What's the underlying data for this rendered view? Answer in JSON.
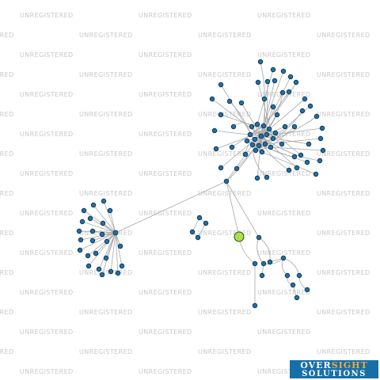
{
  "watermark": {
    "text": "UNREGISTERED"
  },
  "logo": {
    "word1": "OVER",
    "word2": "SIGHT",
    "line2": "SOLUTIONS",
    "accent_color": "#f2a93b",
    "background": "#176fa8"
  },
  "graph": {
    "node_color": "#1f6fa6",
    "focus_node_color": "#a6e34a",
    "edge_color": "#a8a8a8",
    "clusters": [
      "upper-right hub",
      "left star",
      "lower chain"
    ]
  }
}
